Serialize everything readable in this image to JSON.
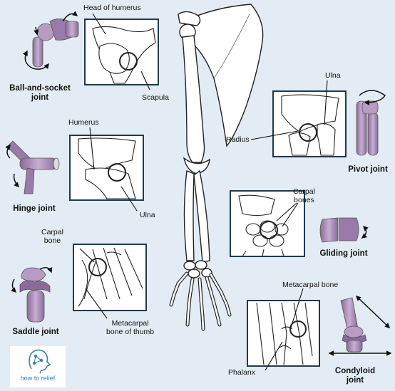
{
  "labels": {
    "head_of_humerus": "Head of humerus",
    "scapula": "Scapula",
    "humerus": "Humerus",
    "ulna_elbow": "Ulna",
    "ulna_pivot": "Ulna",
    "radius": "Radius",
    "carpal_bones_1": "Carpal",
    "carpal_bones_2": "bones",
    "carpal_bone_1": "Carpal",
    "carpal_bone_2": "bone",
    "metacarpal_thumb_1": "Metacarpal",
    "metacarpal_thumb_2": "bone of thumb",
    "metacarpal_bone": "Metacarpal bone",
    "phalanx": "Phalanx"
  },
  "joints": {
    "ball_socket_1": "Ball-and-socket",
    "ball_socket_2": "joint",
    "hinge": "Hinge joint",
    "saddle": "Saddle joint",
    "pivot": "Pivot joint",
    "gliding": "Gliding joint",
    "condyloid_1": "Condyloid",
    "condyloid_2": "joint"
  },
  "logo": {
    "text": "how to relief"
  },
  "colors": {
    "background": "#e3ecf4",
    "panel": "#ffffff",
    "panel_border": "#1f3a4d",
    "joint_fill": "#b99bc4",
    "joint_dark": "#8a6a99",
    "bone_stroke": "#222222",
    "logo_accent": "#3a7fb5"
  },
  "icons": [
    "rotation-arrow-icon",
    "double-arrow-icon",
    "focus-circle-icon"
  ]
}
